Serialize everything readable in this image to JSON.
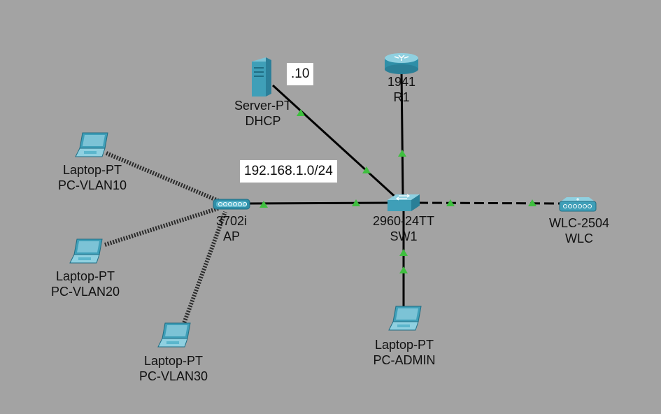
{
  "notes": {
    "server_ip": ".10",
    "network": "192.168.1.0/24"
  },
  "devices": {
    "server": {
      "model": "Server-PT",
      "name": "DHCP",
      "icon": "server-icon"
    },
    "router": {
      "model": "1941",
      "name": "R1",
      "icon": "router-icon"
    },
    "switch": {
      "model": "2960-24TT",
      "name": "SW1",
      "icon": "switch-icon"
    },
    "ap": {
      "model": "3702i",
      "name": "AP",
      "icon": "access-point-icon"
    },
    "wlc": {
      "model": "WLC-2504",
      "name": "WLC",
      "icon": "wireless-controller-icon"
    },
    "laptop_vlan10": {
      "model": "Laptop-PT",
      "name": "PC-VLAN10",
      "icon": "laptop-icon"
    },
    "laptop_vlan20": {
      "model": "Laptop-PT",
      "name": "PC-VLAN20",
      "icon": "laptop-icon"
    },
    "laptop_vlan30": {
      "model": "Laptop-PT",
      "name": "PC-VLAN30",
      "icon": "laptop-icon"
    },
    "laptop_admin": {
      "model": "Laptop-PT",
      "name": "PC-ADMIN",
      "icon": "laptop-icon"
    }
  },
  "colors": {
    "background": "#a3a3a3",
    "link": "#000000",
    "wireless_link": "#1a1a1a",
    "port_up": "#3fbf3f",
    "device_blue": "#3f9fb8"
  }
}
